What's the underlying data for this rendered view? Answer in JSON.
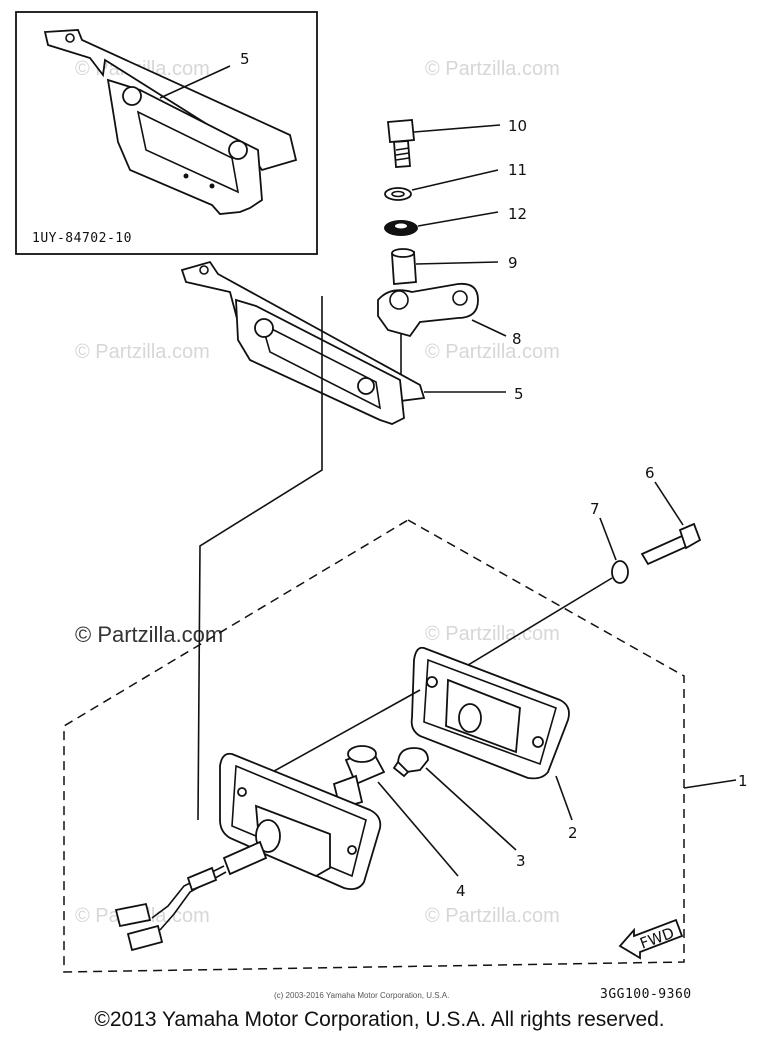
{
  "diagram": {
    "inset_code": "1UY-84702-10",
    "drawing_code": "3GG100-9360",
    "fwd_label": "FWD",
    "callouts": {
      "c1": "1",
      "c2": "2",
      "c3": "3",
      "c4": "4",
      "c5_inset": "5",
      "c5_main": "5",
      "c6": "6",
      "c7": "7",
      "c8": "8",
      "c9": "9",
      "c10": "10",
      "c11": "11",
      "c12": "12"
    },
    "watermark": "© Partzilla.com",
    "small_copyright": "(c) 2003-2016 Yamaha Motor Corporation, U.S.A."
  },
  "footer": {
    "copyright": "©2013 Yamaha Motor Corporation, U.S.A. All rights reserved."
  }
}
